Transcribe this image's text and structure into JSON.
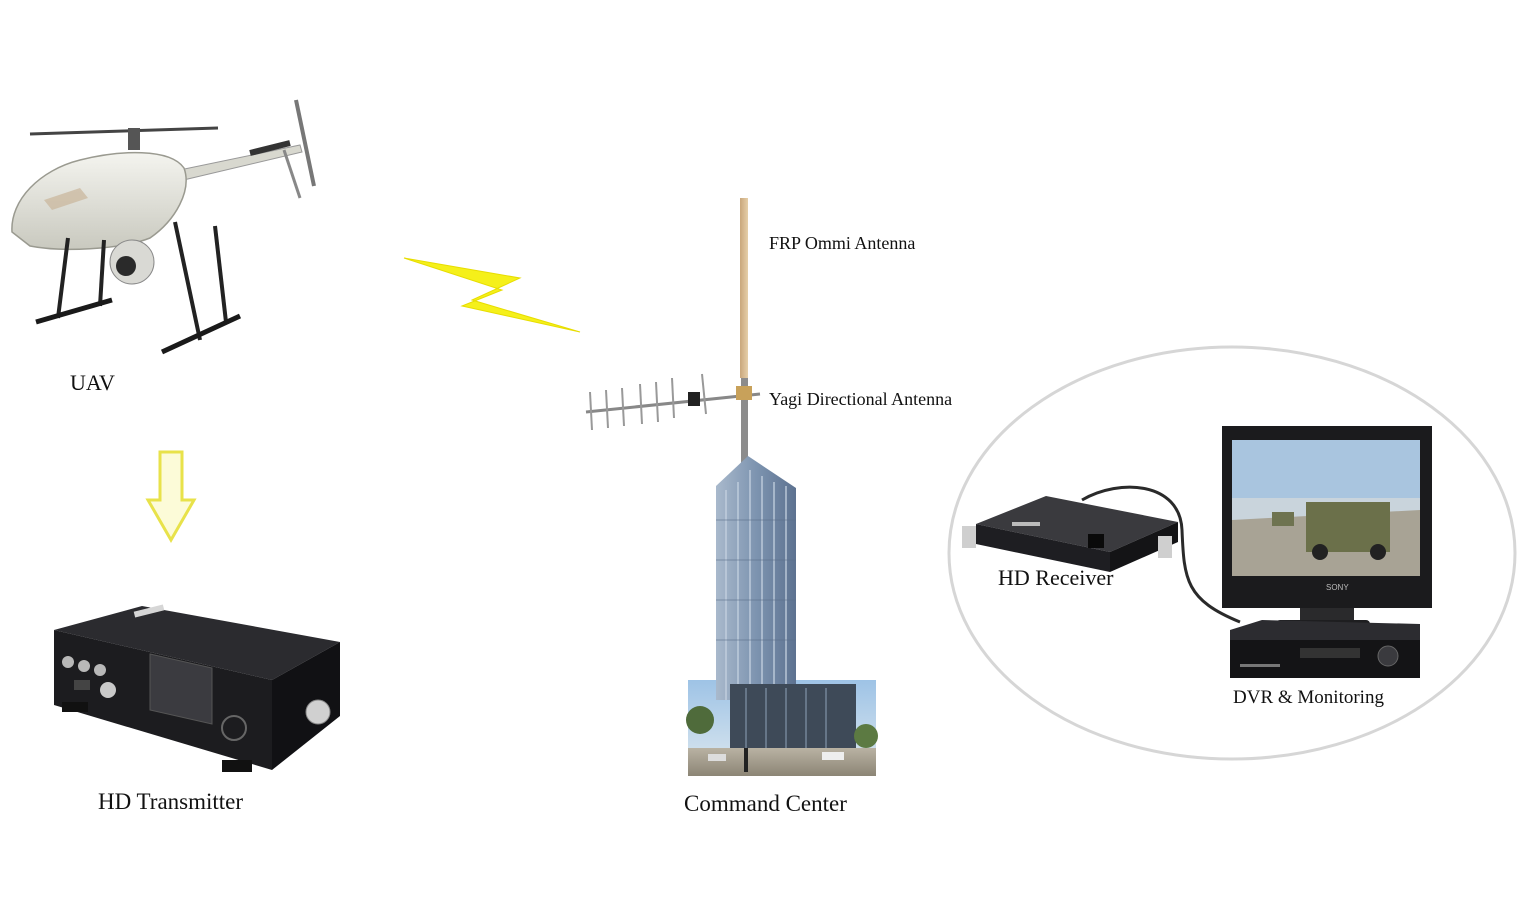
{
  "labels": {
    "uav": "UAV",
    "hd_transmitter": "HD Transmitter",
    "command_center": "Command Center",
    "frp_antenna": "FRP Ommi Antenna",
    "yagi_antenna": "Yagi Directional Antenna",
    "hd_receiver": "HD Receiver",
    "dvr_monitoring": "DVR & Monitoring"
  },
  "monitor_brand": "SONY",
  "colors": {
    "lightning": "#f5f01a",
    "arrow": "#f2ee3a",
    "ellipse": "#d6d6d6",
    "device_body": "#1f1f22",
    "building_glass": "#7d94b0",
    "sky": "#bcd6ea"
  }
}
